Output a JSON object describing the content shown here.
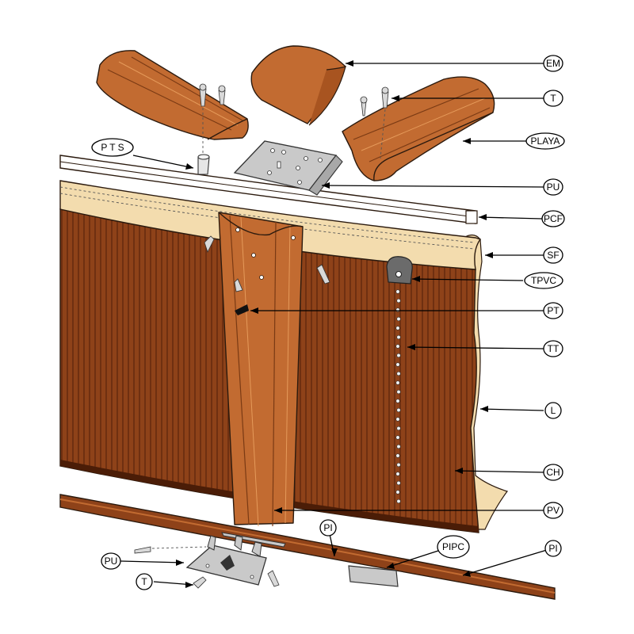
{
  "colors": {
    "wood": "#c26b31",
    "wood_light": "#d0813f",
    "wood_dark": "#7a3a14",
    "wall": "#8e4219",
    "wall_line": "#5a240b",
    "cream": "#f3dcae",
    "metal": "#c9c9c9",
    "rail": "#ffffff"
  },
  "labels": [
    {
      "id": "em",
      "text": "EM"
    },
    {
      "id": "t-top",
      "text": "T"
    },
    {
      "id": "playa",
      "text": "PLAYA"
    },
    {
      "id": "pts",
      "text": "P T S"
    },
    {
      "id": "pu-top",
      "text": "PU"
    },
    {
      "id": "pcf",
      "text": "PCF"
    },
    {
      "id": "sf",
      "text": "SF"
    },
    {
      "id": "tpvc",
      "text": "TPVC"
    },
    {
      "id": "pt",
      "text": "PT"
    },
    {
      "id": "tt",
      "text": "TT"
    },
    {
      "id": "l",
      "text": "L"
    },
    {
      "id": "ch",
      "text": "CH"
    },
    {
      "id": "pv",
      "text": "PV"
    },
    {
      "id": "pi-mid",
      "text": "PI"
    },
    {
      "id": "pipc",
      "text": "PIPC"
    },
    {
      "id": "pi-right",
      "text": "PI"
    },
    {
      "id": "pu-bottom",
      "text": "PU"
    },
    {
      "id": "t-bottom",
      "text": "T"
    }
  ]
}
